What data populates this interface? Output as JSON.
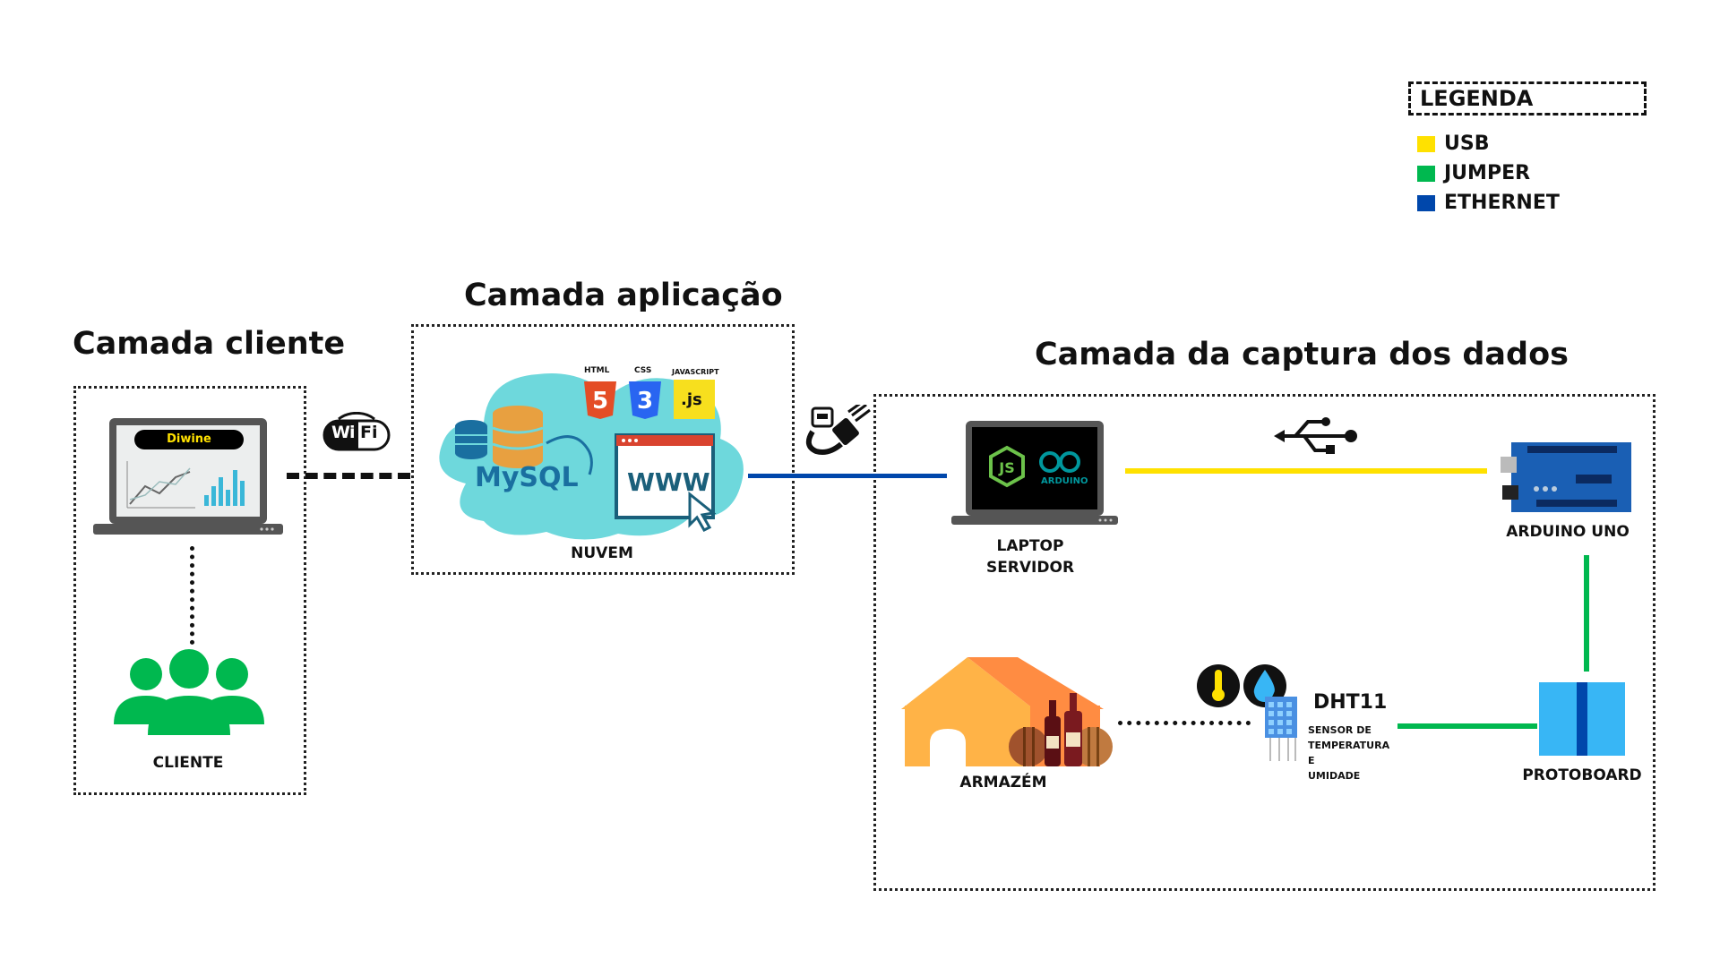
{
  "legend": {
    "title": "LEGENDA",
    "items": [
      {
        "label": "USB",
        "color": "#ffe100"
      },
      {
        "label": "JUMPER",
        "color": "#00b84f"
      },
      {
        "label": "ETHERNET",
        "color": "#0047ab"
      }
    ]
  },
  "layers": {
    "client": {
      "title": "Camada cliente",
      "laptop_label": "Diwine",
      "users_label": "CLIENTE"
    },
    "application": {
      "title": "Camada aplicação",
      "cloud_label": "NUVEM",
      "mysql": "MySQL",
      "www": "WWW",
      "html": "HTML",
      "css": "CSS",
      "javascript": "JAVASCRIPT",
      "js": ".js",
      "wifi": "WiFi"
    },
    "capture": {
      "title": "Camada da captura dos dados",
      "laptop_label_1": "LAPTOP",
      "laptop_label_2": "SERVIDOR",
      "arduino_label": "ARDUINO UNO",
      "arduino_logo": "ARDUINO",
      "protoboard_label": "PROTOBOARD",
      "warehouse_label": "ARMAZÉM",
      "dht11": "DHT11",
      "sensor_lines": [
        "SENSOR DE",
        "TEMPERATURA",
        "E",
        "UMIDADE"
      ]
    }
  },
  "colors": {
    "usb": "#ffe100",
    "jumper": "#00b84f",
    "ethernet": "#0047ab",
    "cloud": "#6ed8dc",
    "users": "#00b84f"
  }
}
